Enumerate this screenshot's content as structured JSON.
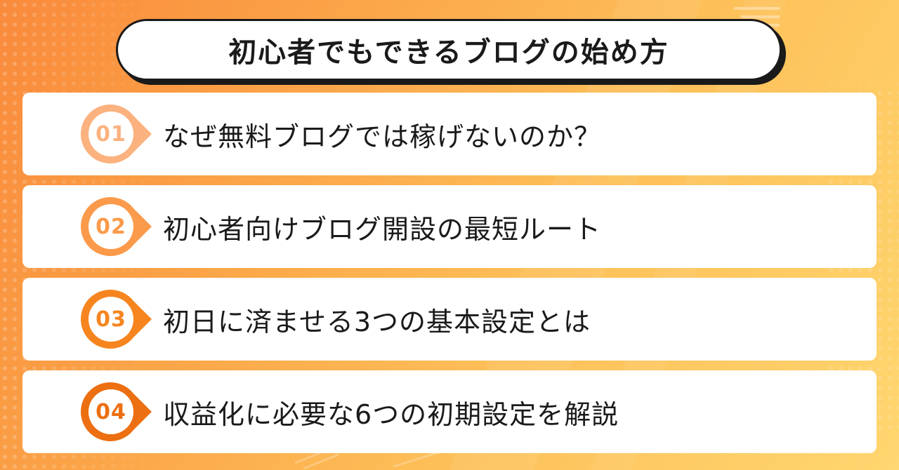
{
  "title": "初心者でもできるブログの始め方",
  "colors": {
    "background_start": "#f98a3c",
    "background_end": "#ffd670",
    "badge_1": "#fbb27f",
    "badge_2": "#fb9a4a",
    "badge_3": "#f7851f",
    "badge_4": "#ec6f12"
  },
  "items": [
    {
      "number": "01",
      "text": "なぜ無料ブログでは稼げないのか？"
    },
    {
      "number": "02",
      "text": "初心者向けブログ開設の最短ルート"
    },
    {
      "number": "03",
      "text": "初日に済ませる3つの基本設定とは"
    },
    {
      "number": "04",
      "text": "収益化に必要な6つの初期設定を解説"
    }
  ]
}
